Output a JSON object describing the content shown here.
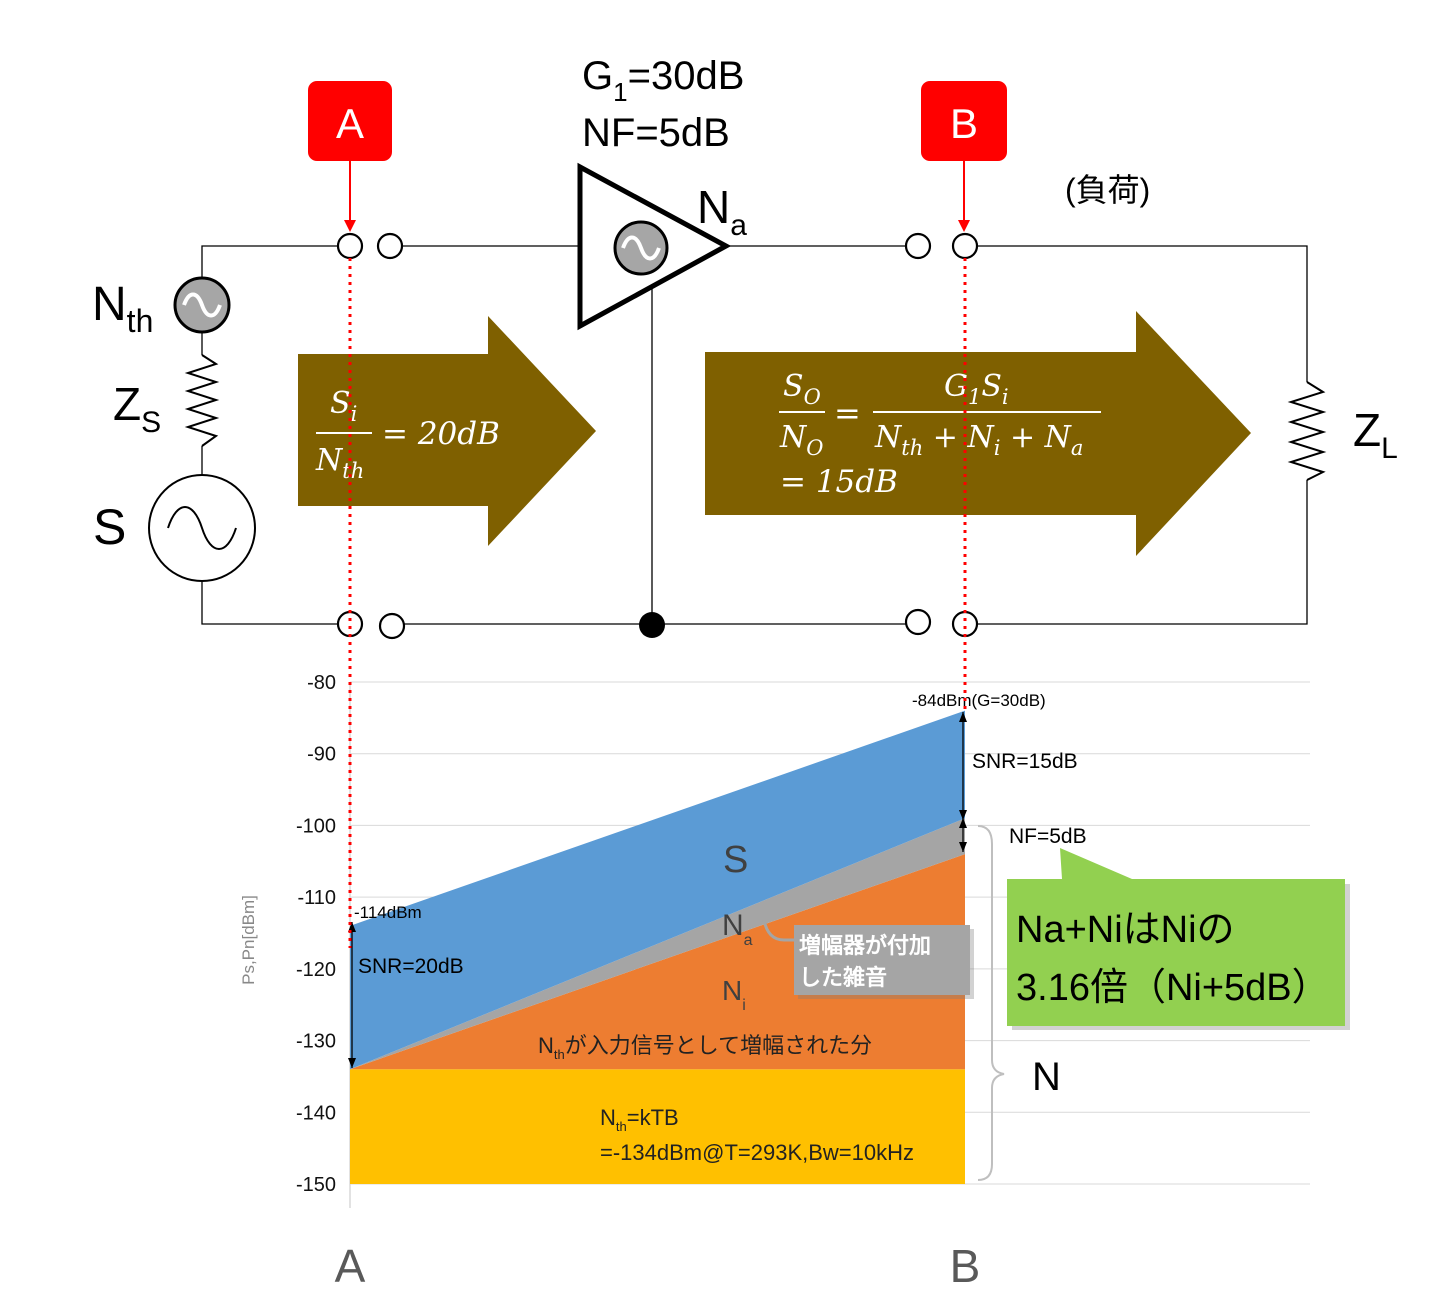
{
  "amplifier": {
    "gain_prefix": "G",
    "gain_sub": "1",
    "gain_value": "=30dB",
    "nf_label": "NF=5dB",
    "noise_symbol": "N",
    "noise_sub": "a"
  },
  "markers": {
    "a_label": "A",
    "b_label": "B"
  },
  "load_label": "(負荷)",
  "source": {
    "nth_symbol": "N",
    "nth_sub": "th",
    "zs_symbol": "Z",
    "zs_sub": "S",
    "s_symbol": "S",
    "zl_symbol": "Z",
    "zl_sub": "L"
  },
  "arrows": {
    "input": {
      "num": "S",
      "num_sub": "i",
      "den": "N",
      "den_sub": "th",
      "rhs": "= 20dB"
    },
    "output": {
      "lhs_num": "S",
      "lhs_num_sub": "O",
      "lhs_den": "N",
      "lhs_den_sub": "O",
      "eq": "=",
      "rhs_num": "G",
      "rhs_num_sub1": "1",
      "rhs_num_s": "S",
      "rhs_num_sub2": "i",
      "rhs_den_a": "N",
      "rhs_den_a_sub": "th",
      "plus1": " + ",
      "rhs_den_b": "N",
      "rhs_den_b_sub": "i",
      "plus2": " + ",
      "rhs_den_c": "N",
      "rhs_den_c_sub": "a",
      "result": "= 15dB"
    }
  },
  "colors": {
    "arrow_fill": "#7f6000",
    "signal": "#5b9bd5",
    "amp_noise": "#a5a5a5",
    "input_noise": "#ed7d31",
    "thermal": "#ffc000",
    "marker": "#ff0000",
    "callout_green": "#92d050",
    "callout_gray": "#a5a5a5"
  },
  "chart_data": {
    "type": "area",
    "ylabel": "Ps,Pn[dBm]",
    "ylim": [
      -150,
      -80
    ],
    "y_ticks": [
      "-80",
      "-90",
      "-100",
      "-110",
      "-120",
      "-130",
      "-140",
      "-150"
    ],
    "categories": [
      "A",
      "B"
    ],
    "series": [
      {
        "name": "S",
        "bottom": [
          -134,
          -99
        ],
        "top": [
          -114,
          -84
        ]
      },
      {
        "name": "Na",
        "bottom": [
          -134,
          -104
        ],
        "top": [
          -134,
          -99
        ]
      },
      {
        "name": "Ni",
        "bottom": [
          -134,
          -134
        ],
        "top": [
          -134,
          -104
        ]
      },
      {
        "name": "Nth",
        "bottom": [
          -150,
          -150
        ],
        "top": [
          -134,
          -134
        ]
      }
    ],
    "annotations": {
      "top_b": "-84dBm(G=30dB)",
      "top_a": "-114dBm",
      "snr_b": "SNR=15dB",
      "snr_a": "SNR=20dB",
      "nf": "NF=5dB",
      "s_label": "S",
      "na_label_main": "N",
      "na_label_sub": "a",
      "ni_label_main": "N",
      "ni_label_sub": "i",
      "nth_amp_main": "N",
      "nth_amp_sub": "th",
      "nth_amp_text": "が入力信号として増幅された分",
      "nth_def_main": "N",
      "nth_def_sub": "th",
      "nth_def_line1": "=kTB",
      "nth_def_line2": "=-134dBm@T=293K,Bw=10kHz",
      "amp_noise_line1": "増幅器が付加",
      "amp_noise_line2": "した雑音",
      "green_line1": "Na+NiはNiの",
      "green_line2": "3.16倍（Ni+5dB）",
      "n_total": "N"
    }
  }
}
